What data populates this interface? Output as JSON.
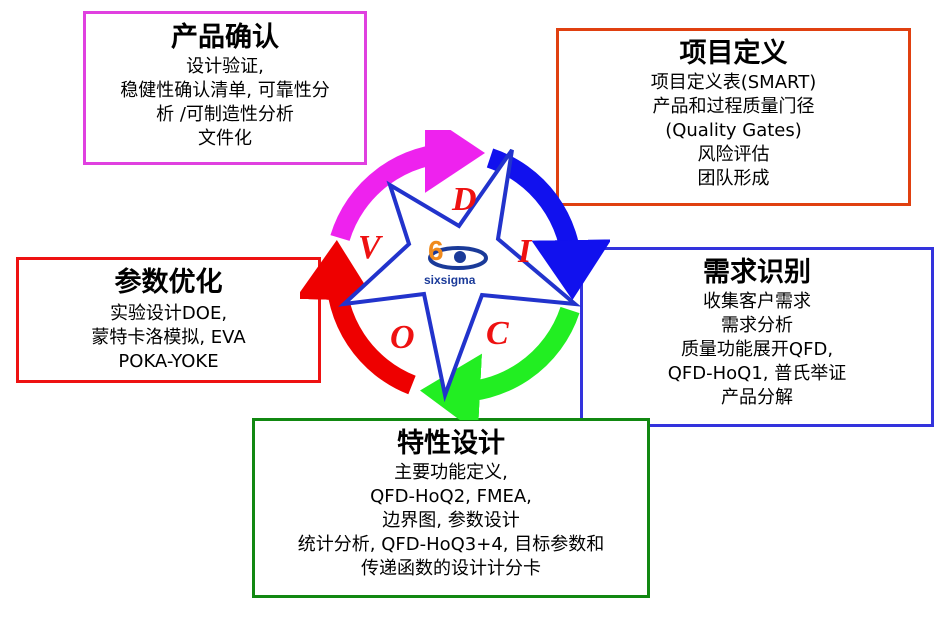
{
  "colors": {
    "confirm": "#e040e0",
    "define": "#e04010",
    "optimize": "#ee1111",
    "identify": "#3333dd",
    "design": "#118811",
    "arrow_magenta": "#ee22ee",
    "arrow_blue": "#1111ee",
    "arrow_green": "#22ee22",
    "arrow_red": "#ee0000",
    "star": "#2233cc",
    "letters": "#ee1111"
  },
  "boxes": {
    "confirm": {
      "title": "产品确认",
      "lines": [
        "设计验证,",
        "稳健性确认清单, 可靠性分",
        "析 /可制造性分析",
        "文件化"
      ]
    },
    "define": {
      "title": "项目定义",
      "lines": [
        "项目定义表(SMART)",
        "产品和过程质量门径",
        "(Quality Gates)",
        "风险评估",
        "团队形成"
      ]
    },
    "optimize": {
      "title": "参数优化",
      "lines": [
        "实验设计DOE,",
        "蒙特卡洛模拟, EVA",
        "POKA-YOKE"
      ]
    },
    "identify": {
      "title": "需求识别",
      "lines": [
        "收集客户需求",
        "需求分析",
        "质量功能展开QFD,",
        "QFD-HoQ1, 普氏举证",
        "产品分解"
      ]
    },
    "design": {
      "title": "特性设计",
      "lines": [
        "主要功能定义,",
        "QFD-HoQ2, FMEA,",
        "边界图, 参数设计",
        "统计分析, QFD-HoQ3+4, 目标参数和",
        "传递函数的设计计分卡"
      ]
    }
  },
  "star_letters": {
    "d": "D",
    "i": "I",
    "c": "C",
    "o": "O",
    "v": "V"
  },
  "logo": {
    "number": "6",
    "text": "sixsigma"
  }
}
